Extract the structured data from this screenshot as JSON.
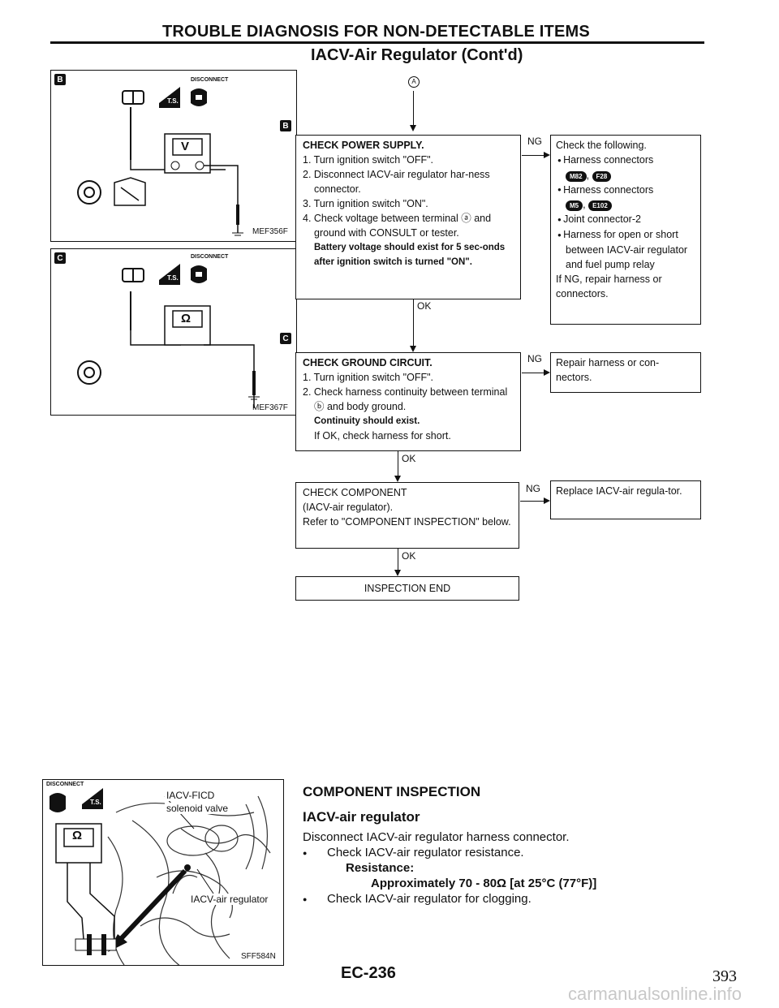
{
  "header": {
    "title": "TROUBLE DIAGNOSIS FOR NON-DETECTABLE ITEMS",
    "subtitle": "IACV-Air Regulator (Cont'd)"
  },
  "figures": {
    "b": {
      "label": "B",
      "disconnect": "DISCONNECT",
      "meter": "V",
      "ts": "T.S.",
      "code": "MEF356F"
    },
    "c": {
      "label": "C",
      "disconnect": "DISCONNECT",
      "meter": "Ω",
      "ts": "T.S.",
      "code": "MEF367F"
    },
    "comp": {
      "disconnect": "DISCONNECT",
      "meter": "Ω",
      "ts": "T.S.",
      "callout_ficd": "IACV-FICD",
      "callout_ficd2": "solenoid valve",
      "callout_reg": "IACV-air regulator",
      "code": "SFF584N"
    }
  },
  "flow": {
    "entry_marker": "A",
    "step1": {
      "label": "B",
      "heading": "CHECK POWER SUPPLY.",
      "lines": [
        "1. Turn ignition switch \"OFF\".",
        "2. Disconnect IACV-air regulator har-ness connector.",
        "3. Turn ignition switch \"ON\".",
        "4. Check voltage between terminal ⓐ and ground with CONSULT or tester."
      ],
      "note": "Battery voltage should exist for 5 sec-onds after ignition switch is turned \"ON\".",
      "ng": "NG",
      "ok": "OK",
      "ng_box": {
        "intro": "Check the following.",
        "b1": "Harness connectors",
        "b1_conns": [
          "M82",
          "F28"
        ],
        "b2": "Harness connectors",
        "b2_conns": [
          "M5",
          "E102"
        ],
        "b3": "Joint connector-2",
        "b4": "Harness for open or short between IACV-air regulator and fuel pump relay",
        "outro": "If NG, repair harness or connectors."
      }
    },
    "step2": {
      "label": "C",
      "heading": "CHECK GROUND CIRCUIT.",
      "lines": [
        "1. Turn ignition switch \"OFF\".",
        "2. Check harness continuity between terminal ⓑ and body ground."
      ],
      "note": "Continuity should exist.",
      "extra": "If OK, check harness for short.",
      "ng": "NG",
      "ok": "OK",
      "ng_box": "Repair harness or con-nectors."
    },
    "step3": {
      "heading": "CHECK COMPONENT",
      "lines": [
        "(IACV-air regulator).",
        "Refer to \"COMPONENT INSPECTION\" below."
      ],
      "ng": "NG",
      "ok": "OK",
      "ng_box": "Replace IACV-air regula-tor."
    },
    "end": "INSPECTION END"
  },
  "component": {
    "heading": "COMPONENT INSPECTION",
    "subheading": "IACV-air regulator",
    "text1": "Disconnect IACV-air regulator harness connector.",
    "bullet1": "Check IACV-air regulator resistance.",
    "res_label": "Resistance:",
    "res_value": "Approximately 70 - 80Ω [at 25°C (77°F)]",
    "bullet2": "Check IACV-air regulator for clogging."
  },
  "footer": {
    "page_code": "EC-236",
    "sheet_number": "393",
    "watermark": "carmanualsonline.info"
  }
}
